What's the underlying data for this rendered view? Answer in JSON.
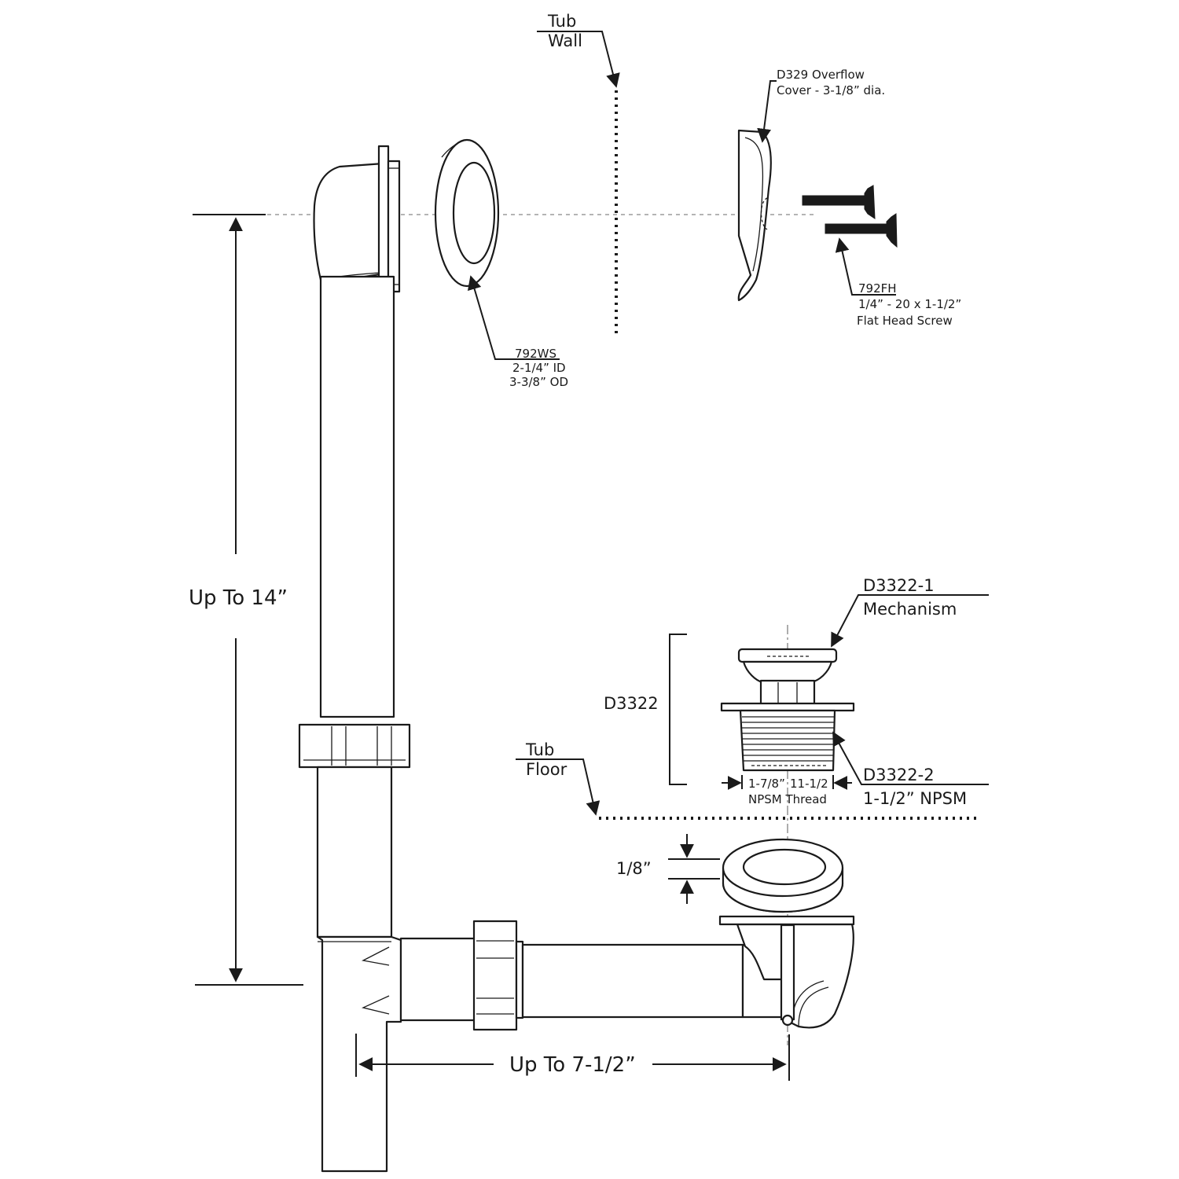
{
  "labels": {
    "tub_wall": [
      "Tub",
      "Wall"
    ],
    "overflow_cover": [
      "D329 Overflow",
      "Cover - 3-1/8” dia."
    ],
    "screw": [
      "792FH",
      "1/4” - 20 x 1-1/2”",
      "Flat Head Screw"
    ],
    "washer": [
      "792WS",
      "2-1/4” ID",
      "3-3/8” OD"
    ],
    "height_dim": "Up To 14”",
    "mechanism": [
      "D3322-1",
      "Mechanism"
    ],
    "assembly": "D3322",
    "tub_floor": [
      "Tub",
      "Floor"
    ],
    "thread": [
      "D3322-2",
      "1-1/2” NPSM"
    ],
    "thread_dims": [
      "1-7/8”",
      "11-1/2",
      "NPSM Thread"
    ],
    "gasket_dim": "1/8”",
    "width_dim": "Up To 7-1/2”"
  },
  "colors": {
    "stroke": "#1a1a1a",
    "background": "#ffffff"
  }
}
